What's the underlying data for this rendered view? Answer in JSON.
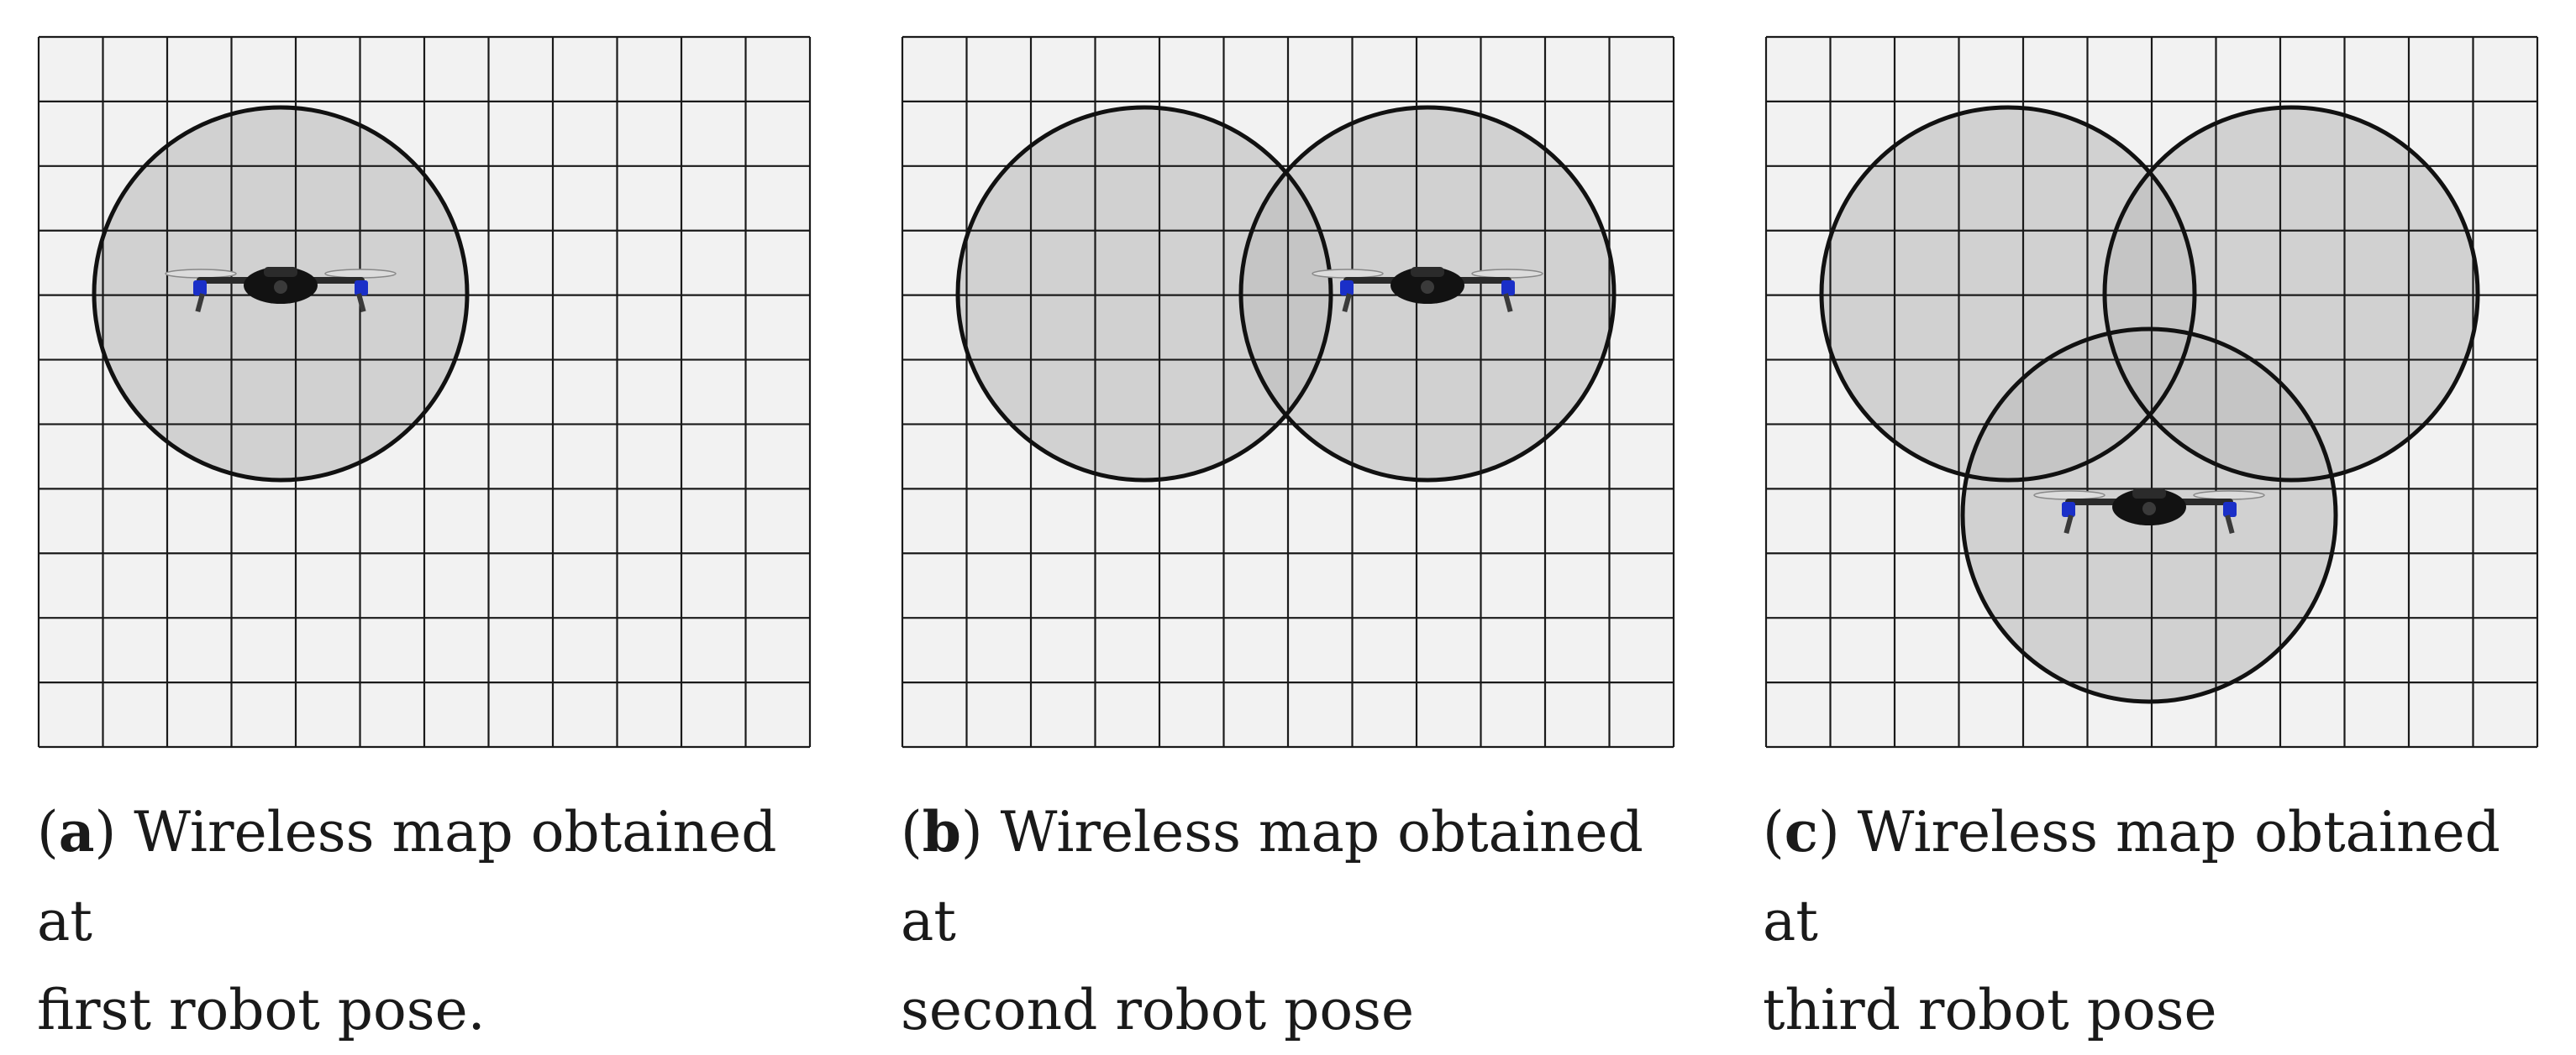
{
  "figure": {
    "grid": {
      "columns": 12,
      "rows": 11,
      "background": "#f2f2f2",
      "line_color": "#1a1a1a"
    },
    "coverage_fill": "#bdbdbd",
    "coverage_stroke": "#111111",
    "panels": [
      {
        "id": "a",
        "circles": 1,
        "robot_at_circle": 1
      },
      {
        "id": "b",
        "circles": 2,
        "robot_at_circle": 2
      },
      {
        "id": "c",
        "circles": 3,
        "robot_at_circle": 3
      }
    ]
  },
  "captions": [
    {
      "letter": "a",
      "text": "Wireless map obtained at",
      "text2": "first robot pose."
    },
    {
      "letter": "b",
      "text": "Wireless map obtained at",
      "text2": "second robot pose"
    },
    {
      "letter": "c",
      "text": "Wireless map obtained at",
      "text2": "third robot pose"
    }
  ]
}
